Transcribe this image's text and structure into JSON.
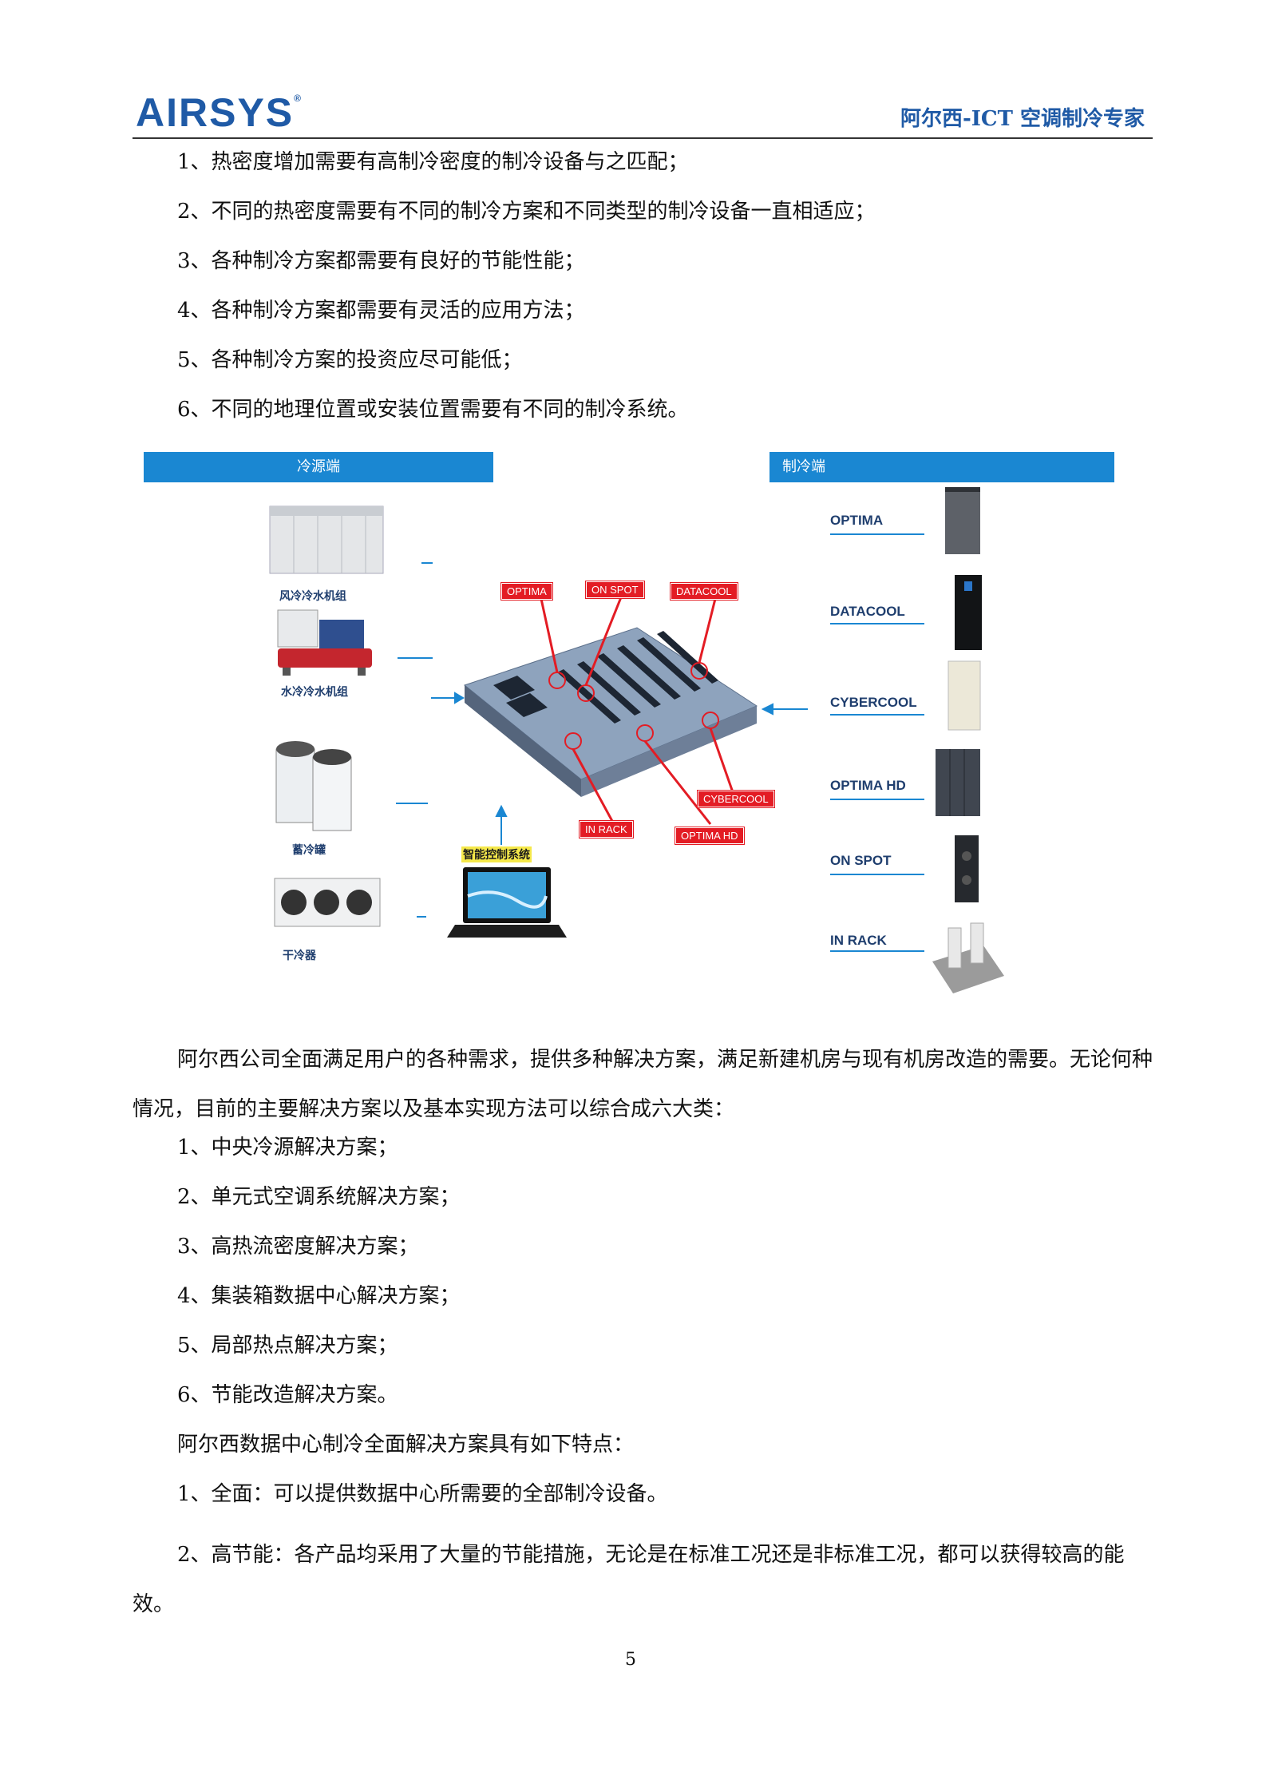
{
  "header": {
    "logo": "AIRSYS",
    "logo_mark": "®",
    "tagline": "阿尔西-ICT 空调制冷专家"
  },
  "list1": [
    "1、热密度增加需要有高制冷密度的制冷设备与之匹配；",
    "2、不同的热密度需要有不同的制冷方案和不同类型的制冷设备一直相适应；",
    "3、各种制冷方案都需要有良好的节能性能；",
    "4、各种制冷方案都需要有灵活的应用方法；",
    "5、各种制冷方案的投资应尽可能低；",
    "6、不同的地理位置或安装位置需要有不同的制冷系统。"
  ],
  "figure": {
    "left_bar": "冷源端",
    "right_bar": "制冷端",
    "left_equipment": [
      "风冷冷水机组",
      "水冷冷水机组",
      "蓄冷罐",
      "干冷器"
    ],
    "laptop_label": "智能控制系统",
    "right_products": [
      "OPTIMA",
      "DATACOOL",
      "CYBERCOOL",
      "OPTIMA HD",
      "ON SPOT",
      "IN RACK"
    ],
    "tags": [
      "OPTIMA",
      "ON SPOT",
      "DATACOOL",
      "CYBERCOOL",
      "IN RACK",
      "OPTIMA HD"
    ],
    "colors": {
      "bar": "#1a87d2",
      "tag": "#e31c24",
      "floor": "#8ea3bd"
    }
  },
  "para2": "阿尔西公司全面满足用户的各种需求，提供多种解决方案，满足新建机房与现有机房改造的需要。无论何种情况，目前的主要解决方案以及基本实现方法可以综合成六大类：",
  "list2": [
    "1、中央冷源解决方案；",
    "2、单元式空调系统解决方案；",
    "3、高热流密度解决方案；",
    "4、集装箱数据中心解决方案；",
    "5、局部热点解决方案；",
    "6、节能改造解决方案。"
  ],
  "para3": "阿尔西数据中心制冷全面解决方案具有如下特点：",
  "features": [
    "1、全面：可以提供数据中心所需要的全部制冷设备。",
    "2、高节能：各产品均采用了大量的节能措施，无论是在标准工况还是非标准工况，都可以获得较高的能效。"
  ],
  "page_number": "5"
}
